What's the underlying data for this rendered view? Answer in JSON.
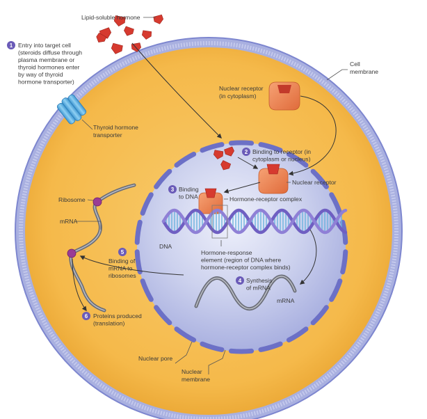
{
  "labels": {
    "hormone": "Lipid-soluble hormone",
    "cell_membrane": [
      "Cell",
      "membrane"
    ],
    "thyroid_transporter": [
      "Thyroid hormone",
      "transporter"
    ],
    "nuclear_receptor_cytoplasm": [
      "Nuclear receptor",
      "(in cytoplasm)"
    ],
    "nuclear_receptor": "Nuclear receptor",
    "hormone_receptor_complex": "Hormone-receptor complex",
    "ribosome": "Ribosome",
    "mrna_cytoplasm": "mRNA",
    "mrna_nucleus": "mRNA",
    "dna": "DNA",
    "hre": [
      "Hormone-response",
      "element (region of DNA where",
      "hormone-receptor complex binds)"
    ],
    "nuclear_pore": "Nuclear pore",
    "nuclear_membrane": [
      "Nuclear",
      "membrane"
    ]
  },
  "steps": [
    {
      "number": "1",
      "lines": [
        "Entry into target cell",
        "(steroids diffuse through",
        "plasma membrane or",
        "thyroid hormones enter",
        "by way of thyroid",
        "hormone transporter)"
      ]
    },
    {
      "number": "2",
      "lines": [
        "Binding to receptor (in",
        "cytoplasm or nucleus)"
      ]
    },
    {
      "number": "3",
      "lines": [
        "Binding",
        "to DNA"
      ]
    },
    {
      "number": "4",
      "lines": [
        "Synthesis",
        "of mRNA"
      ]
    },
    {
      "number": "5",
      "lines": [
        "Binding of",
        "mRNA to",
        "ribosomes"
      ]
    },
    {
      "number": "6",
      "lines": [
        "Proteins produced",
        "(translation)"
      ]
    }
  ],
  "colors": {
    "cytoplasm": "#f7c35a",
    "cell_membrane": "#8e97d6",
    "nucleus": "#c7cce8",
    "nuclear_membrane": "#6c70c6",
    "hormone": "#d63a2f",
    "receptor": "#ef8a55",
    "transporter": "#5aaee0",
    "dna": "#6f5fc2",
    "ribosome": "#9a3c95",
    "step_badge": "#6a5bb8"
  }
}
